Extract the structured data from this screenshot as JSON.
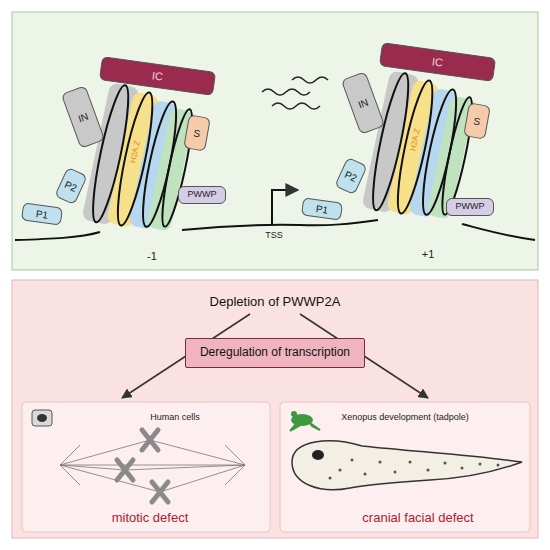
{
  "diagram": {
    "nodes": [
      {
        "text": [
          "P1"
        ]
      },
      {
        "text": [
          "P2"
        ]
      },
      {
        "text": [
          "IN"
        ]
      },
      {
        "text": [
          "IC"
        ]
      },
      {
        "text": [
          "S"
        ]
      },
      {
        "text": [
          "PWWP"
        ]
      },
      {
        "text": [
          "P1"
        ]
      },
      {
        "text": [
          "P2"
        ]
      },
      {
        "text": [
          "IN"
        ]
      },
      {
        "text": [
          "IC"
        ]
      },
      {
        "text": [
          "S"
        ]
      },
      {
        "text": [
          "PWWP"
        ]
      },
      {
        "text": [
          "Deregulation of transcription"
        ]
      }
    ],
    "labels": [
      "H2A.Z",
      "-1",
      "TSS",
      "H2A.Z",
      "+1",
      "Depletion of PWWP2A",
      "Human cells",
      "mitotic defect",
      "Xenopus development (tadpole)",
      "cranial facial defect"
    ]
  }
}
